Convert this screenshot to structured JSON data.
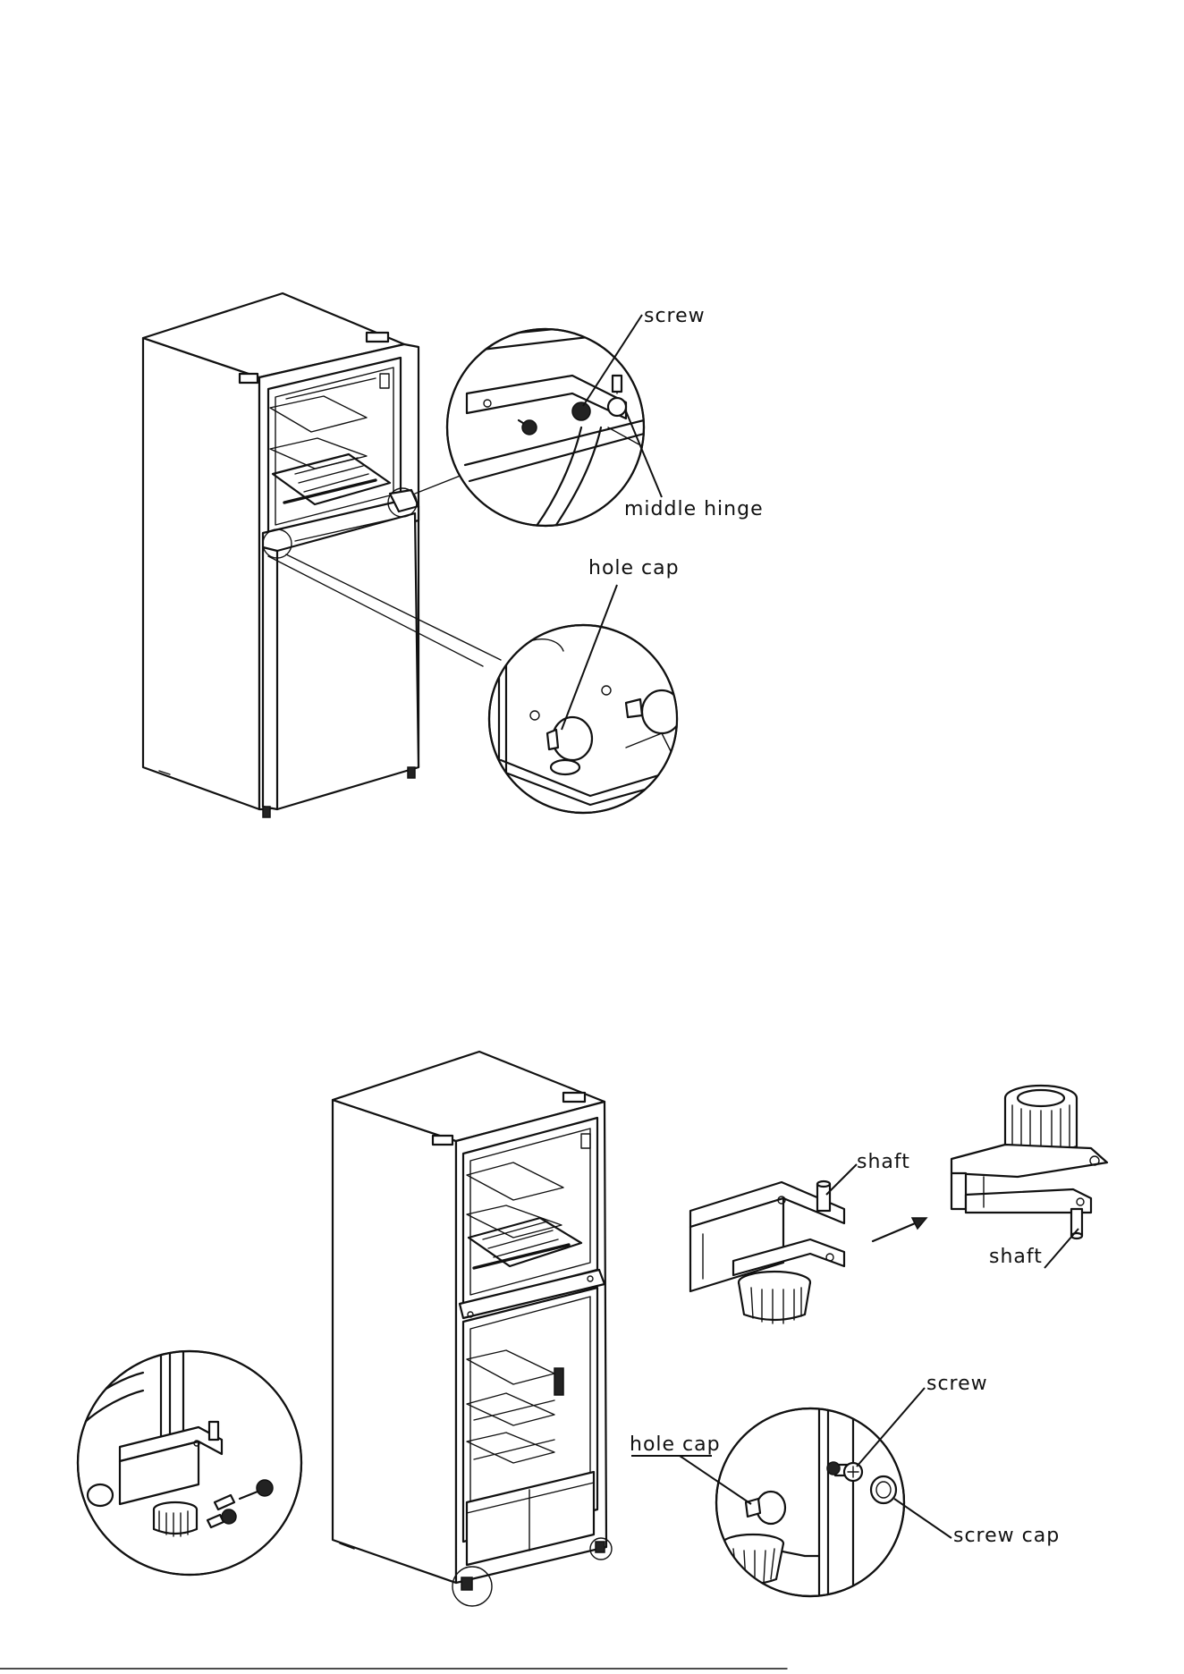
{
  "labels": {
    "top_screw": "screw",
    "middle_hinge": "middle  hinge",
    "top_hole_cap": "hole cap",
    "shaft_left": "shaft",
    "shaft_right": "shaft",
    "bottom_screw": "screw",
    "bottom_hole_cap": "hole cap",
    "screw_cap": "screw cap"
  }
}
